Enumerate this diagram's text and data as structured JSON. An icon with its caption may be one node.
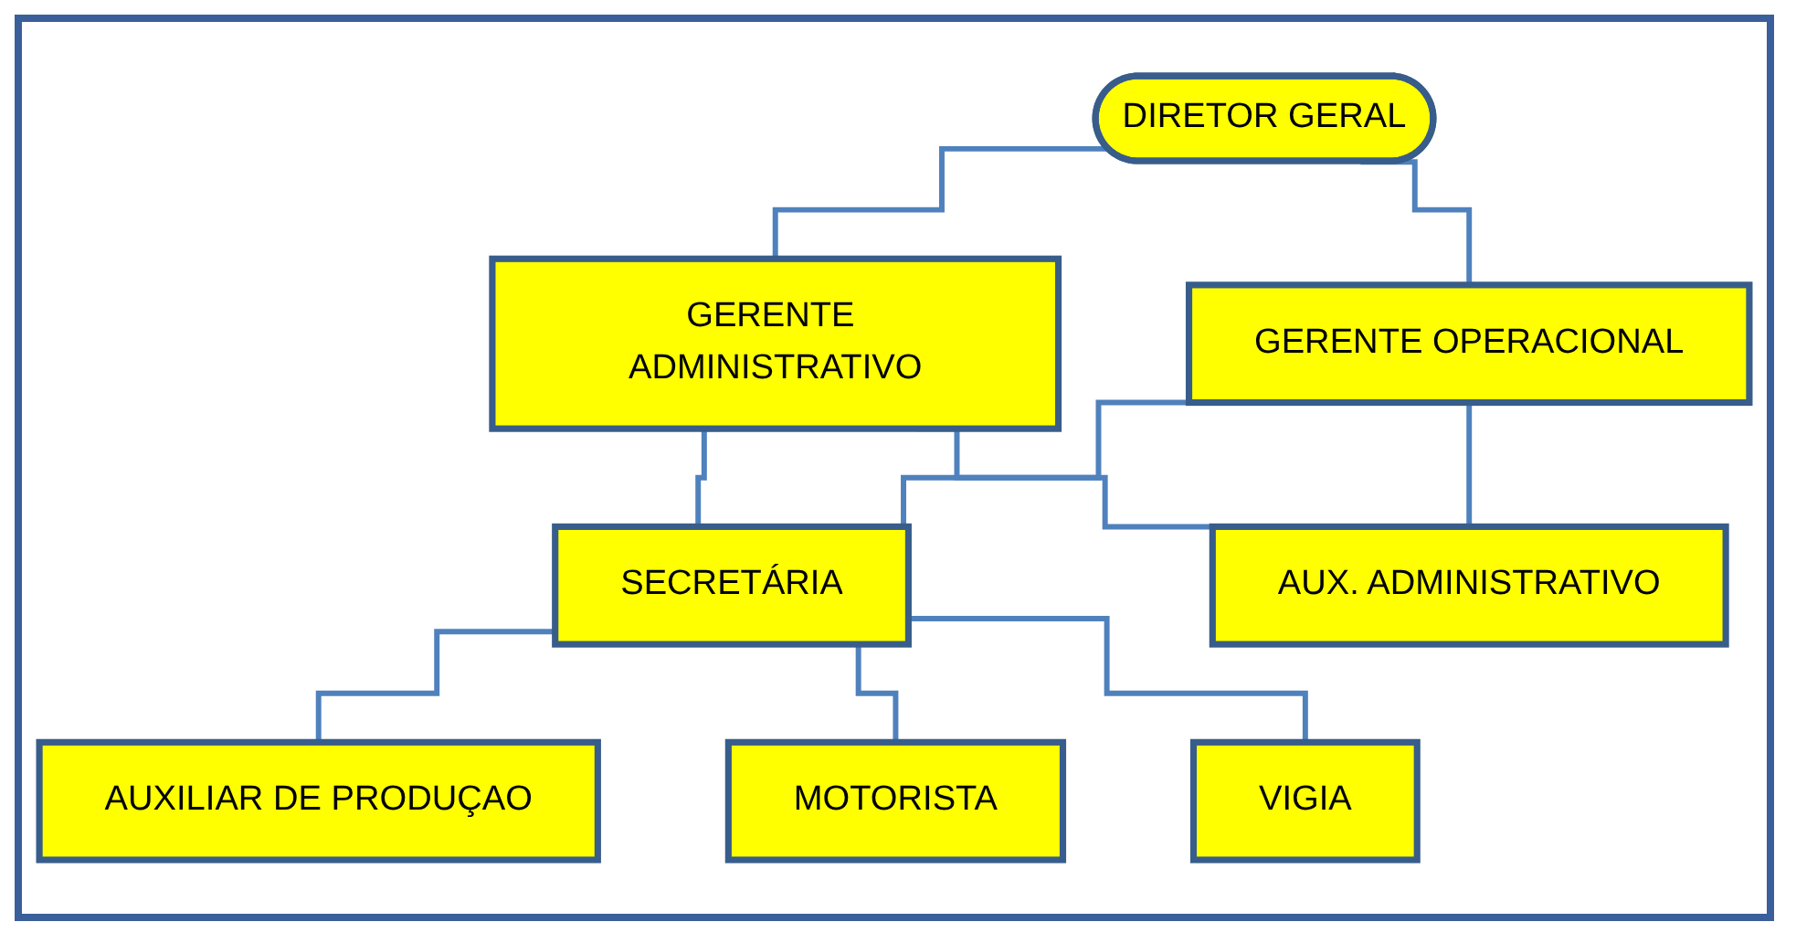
{
  "diagram": {
    "nodes": [
      {
        "text": [
          "DIRETOR GERAL"
        ]
      },
      {
        "text": [
          "GERENTE ADMINISTRATIVO"
        ]
      },
      {
        "text": [
          "GERENTE OPERACIONAL"
        ]
      },
      {
        "text": [
          "SECRETÁRIA"
        ]
      },
      {
        "text": [
          "AUX. ADMINISTRATIVO"
        ]
      },
      {
        "text": [
          "AUXILIAR DE PRODUÇAO"
        ]
      },
      {
        "text": [
          "MOTORISTA"
        ]
      },
      {
        "text": [
          "VIGIA"
        ]
      }
    ],
    "edges": [
      {
        "from": 0,
        "to": 1,
        "arrow": "none"
      },
      {
        "from": 0,
        "to": 2,
        "arrow": "none"
      },
      {
        "from": 1,
        "to": 3,
        "arrow": "none"
      },
      {
        "from": 1,
        "to": 4,
        "arrow": "none"
      },
      {
        "from": 2,
        "to": 3,
        "arrow": "none"
      },
      {
        "from": 2,
        "to": 4,
        "arrow": "none"
      },
      {
        "from": 3,
        "to": 5,
        "arrow": "none"
      },
      {
        "from": 3,
        "to": 6,
        "arrow": "none"
      },
      {
        "from": 3,
        "to": 7,
        "arrow": "none"
      }
    ]
  }
}
